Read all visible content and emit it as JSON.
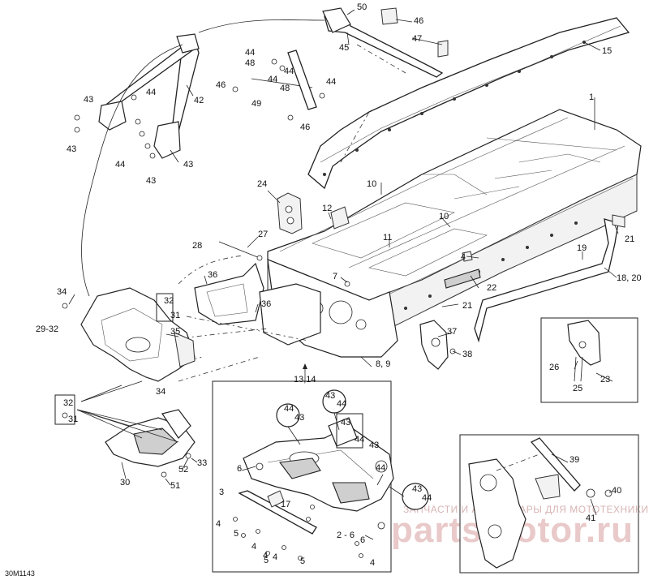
{
  "diagram_id": "30M1143",
  "watermark": {
    "line1": "ЗАПЧАСТИ И АКСЕССУАРЫ ДЛЯ МОТОТЕХНИКИ",
    "line2": "partsmotor.ru"
  },
  "callouts": [
    {
      "id": "c50",
      "text": "50"
    },
    {
      "id": "c46a",
      "text": "46"
    },
    {
      "id": "c47",
      "text": "47"
    },
    {
      "id": "c15",
      "text": "15"
    },
    {
      "id": "c45",
      "text": "45"
    },
    {
      "id": "c44a",
      "text": "44"
    },
    {
      "id": "c48a",
      "text": "48"
    },
    {
      "id": "c44b",
      "text": "44"
    },
    {
      "id": "c44c",
      "text": "44"
    },
    {
      "id": "c48b",
      "text": "48"
    },
    {
      "id": "c44d",
      "text": "44"
    },
    {
      "id": "c46b",
      "text": "46"
    },
    {
      "id": "c49",
      "text": "49"
    },
    {
      "id": "c46c",
      "text": "46"
    },
    {
      "id": "c42",
      "text": "42"
    },
    {
      "id": "c43a",
      "text": "43"
    },
    {
      "id": "c44e",
      "text": "44"
    },
    {
      "id": "c43b",
      "text": "43"
    },
    {
      "id": "c44f",
      "text": "44"
    },
    {
      "id": "c43c",
      "text": "43"
    },
    {
      "id": "c43d",
      "text": "43"
    },
    {
      "id": "c1",
      "text": "1"
    },
    {
      "id": "c24",
      "text": "24"
    },
    {
      "id": "c10a",
      "text": "10"
    },
    {
      "id": "c12",
      "text": "12"
    },
    {
      "id": "c10b",
      "text": "10"
    },
    {
      "id": "c11",
      "text": "11"
    },
    {
      "id": "c27",
      "text": "27"
    },
    {
      "id": "c28",
      "text": "28"
    },
    {
      "id": "c21a",
      "text": "21"
    },
    {
      "id": "c19",
      "text": "19"
    },
    {
      "id": "c4a",
      "text": "4"
    },
    {
      "id": "c1820",
      "text": "18, 20"
    },
    {
      "id": "c36a",
      "text": "36"
    },
    {
      "id": "c7",
      "text": "7"
    },
    {
      "id": "c22",
      "text": "22"
    },
    {
      "id": "c21b",
      "text": "21"
    },
    {
      "id": "c34a",
      "text": "34"
    },
    {
      "id": "c32a",
      "text": "32"
    },
    {
      "id": "c31a",
      "text": "31"
    },
    {
      "id": "c36b",
      "text": "36"
    },
    {
      "id": "c2932",
      "text": "29-32"
    },
    {
      "id": "c35",
      "text": "35"
    },
    {
      "id": "c37",
      "text": "37"
    },
    {
      "id": "c38",
      "text": "38"
    },
    {
      "id": "c89",
      "text": "8, 9"
    },
    {
      "id": "c1314",
      "text": "13,14"
    },
    {
      "id": "c26",
      "text": "26"
    },
    {
      "id": "c23",
      "text": "23"
    },
    {
      "id": "c25",
      "text": "25"
    },
    {
      "id": "c34b",
      "text": "34"
    },
    {
      "id": "c32b",
      "text": "32"
    },
    {
      "id": "c31b",
      "text": "31"
    },
    {
      "id": "c44g",
      "text": "44"
    },
    {
      "id": "c43e",
      "text": "43"
    },
    {
      "id": "c43f",
      "text": "43"
    },
    {
      "id": "c44h",
      "text": "44"
    },
    {
      "id": "c43g",
      "text": "43"
    },
    {
      "id": "c44i",
      "text": "44"
    },
    {
      "id": "c43h",
      "text": "43"
    },
    {
      "id": "c44j",
      "text": "44"
    },
    {
      "id": "c6a",
      "text": "6"
    },
    {
      "id": "c52",
      "text": "52"
    },
    {
      "id": "c33",
      "text": "33"
    },
    {
      "id": "c30",
      "text": "30"
    },
    {
      "id": "c51",
      "text": "51"
    },
    {
      "id": "c3",
      "text": "3"
    },
    {
      "id": "c17",
      "text": "17"
    },
    {
      "id": "c4b",
      "text": "4"
    },
    {
      "id": "c5a",
      "text": "5"
    },
    {
      "id": "c4c",
      "text": "4"
    },
    {
      "id": "c5b",
      "text": "5"
    },
    {
      "id": "c4d",
      "text": "4"
    },
    {
      "id": "c4e",
      "text": "4"
    },
    {
      "id": "c5c",
      "text": "5"
    },
    {
      "id": "c4f",
      "text": "4"
    },
    {
      "id": "c26b",
      "text": "2 - 6"
    },
    {
      "id": "c6b",
      "text": "6"
    },
    {
      "id": "c43i",
      "text": "43"
    },
    {
      "id": "c44k",
      "text": "44"
    },
    {
      "id": "c39",
      "text": "39"
    },
    {
      "id": "c40",
      "text": "40"
    },
    {
      "id": "c41",
      "text": "41"
    }
  ]
}
